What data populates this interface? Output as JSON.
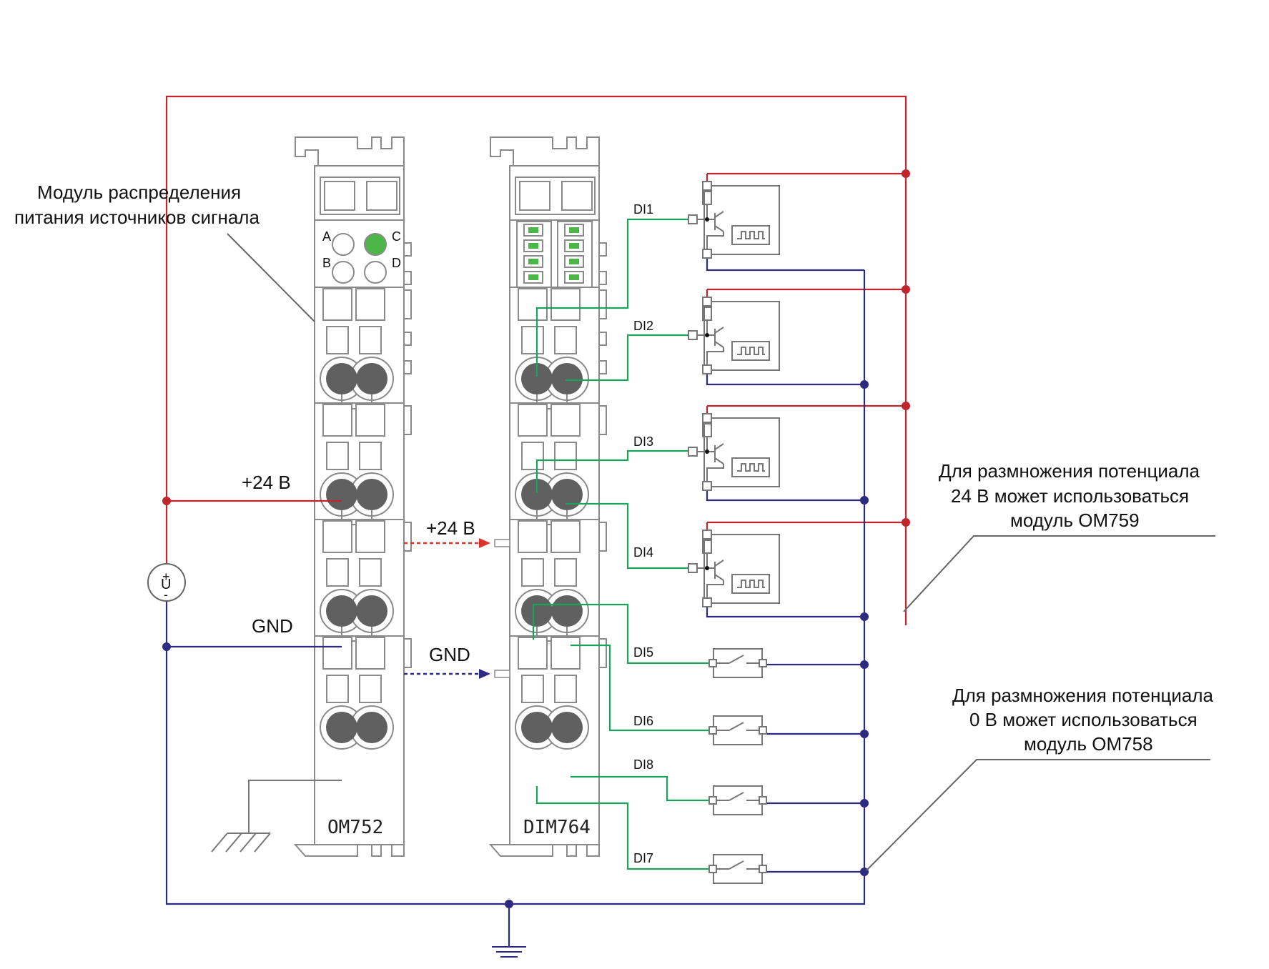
{
  "colors": {
    "plus24": "#c0242c",
    "gnd": "#2e2a82",
    "signal": "#1aa35a",
    "led_green": "#4cb648",
    "module_stroke": "#8a8a8a",
    "terminal": "#606060",
    "sensor_stroke": "#777777"
  },
  "labels": {
    "callout_left": [
      "Модуль распределения",
      "питания источников сигнала"
    ],
    "plus24_left": "+24 В",
    "gnd_left": "GND",
    "plus24_mid": "+24 В",
    "gnd_mid": "GND",
    "callout_om759": [
      "Для размножения потенциала",
      "24 В может использоваться",
      "модуль ОМ759"
    ],
    "callout_om758": [
      "Для размножения потенциала",
      "0 В может использоваться",
      "модуль ОМ758"
    ],
    "source_plus": "+",
    "source_u": "U",
    "source_minus": "-"
  },
  "modules": {
    "om752": {
      "name": "OM752",
      "leds": [
        {
          "label": "A",
          "on": false
        },
        {
          "label": "C",
          "on": true
        },
        {
          "label": "B",
          "on": false
        },
        {
          "label": "D",
          "on": false
        }
      ]
    },
    "dim764": {
      "name": "DIM764",
      "led_count": 8
    }
  },
  "inputs": {
    "sensors": [
      "DI1",
      "DI2",
      "DI3",
      "DI4"
    ],
    "switches": [
      "DI5",
      "DI6",
      "DI8",
      "DI7"
    ]
  }
}
